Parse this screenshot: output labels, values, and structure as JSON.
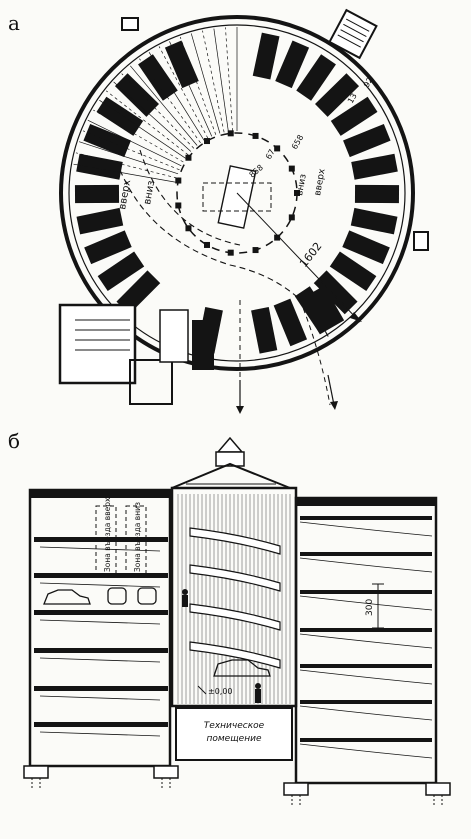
{
  "plan": {
    "panel_label": "а",
    "labels": {
      "up": "вверх",
      "down": "вниз",
      "radius": "1602",
      "outer_up": "вверх",
      "outer_down": "вниз",
      "dim_1": "658",
      "dim_2": "858",
      "dim_3": "67",
      "dim_4": "13",
      "dim_5": "92"
    }
  },
  "section": {
    "panel_label": "б",
    "zone_up": "Зона въезда вверх",
    "zone_down": "Зона въезда вниз",
    "floor_height": "300",
    "level": "±0,00",
    "tech_room_line1": "Техническое",
    "tech_room_line2": "помещение"
  },
  "colors": {
    "ink": "#141414",
    "paper": "#fbfbf8"
  }
}
